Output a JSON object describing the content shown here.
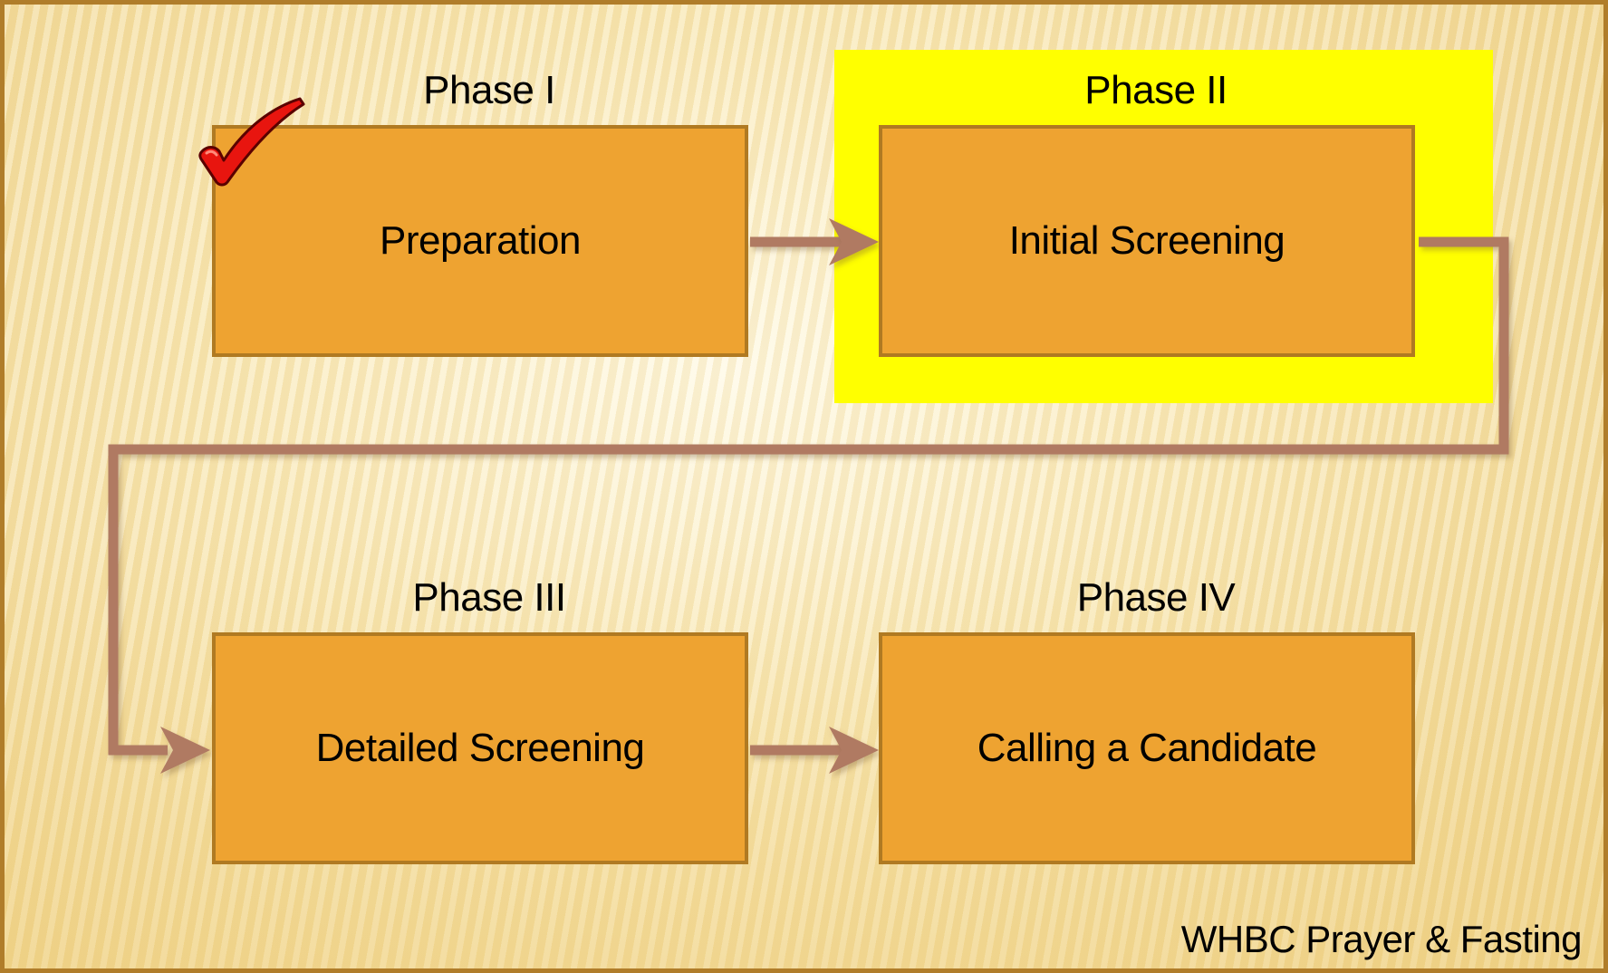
{
  "phases": [
    {
      "label": "Phase I",
      "title": "Preparation"
    },
    {
      "label": "Phase II",
      "title": "Initial Screening"
    },
    {
      "label": "Phase III",
      "title": "Detailed Screening"
    },
    {
      "label": "Phase IV",
      "title": "Calling a Candidate"
    }
  ],
  "completed_marker": {
    "icon": "checkmark-icon",
    "color": "#e8150f"
  },
  "highlight": {
    "color": "#ffff00"
  },
  "colors": {
    "box_fill": "#eea331",
    "box_border": "#b07a22",
    "arrow": "#b07a62"
  },
  "footer": "WHBC Prayer & Fasting"
}
